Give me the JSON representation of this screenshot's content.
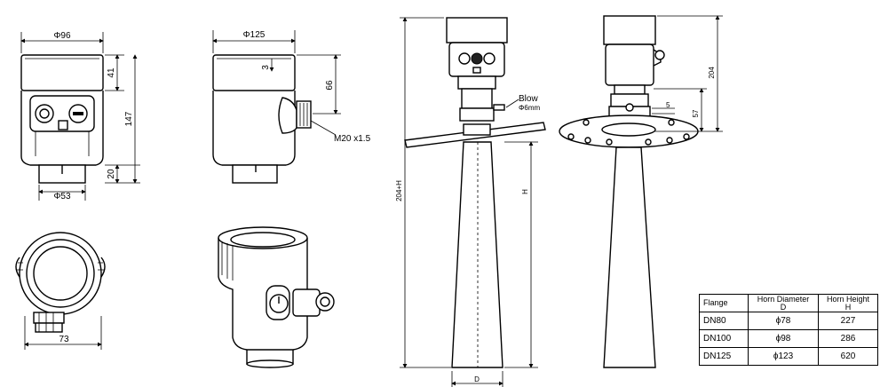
{
  "dimensions": {
    "top_phi96": "Φ96",
    "top_41": "41",
    "top_147": "147",
    "top_20": "20",
    "top_phi53": "Φ53",
    "side_phi125": "Φ125",
    "side_3": "3",
    "side_66": "66",
    "side_m20": "M20 x1.5",
    "bottom_73": "73",
    "horn_blow": "Blow",
    "horn_phi6": "Φ6mm",
    "horn_total": "204+H",
    "horn_h": "H",
    "horn_d": "D",
    "flange_204": "204",
    "flange_57": "57",
    "flange_5": "5"
  },
  "table": {
    "headers": {
      "flange": "Flange",
      "horn_diameter": "Horn Diameter",
      "horn_diameter_unit": "D",
      "horn_height": "Horn Height",
      "horn_height_unit": "H"
    },
    "rows": [
      {
        "flange": "DN80",
        "diameter": "ϕ78",
        "height": "227"
      },
      {
        "flange": "DN100",
        "diameter": "ϕ98",
        "height": "286"
      },
      {
        "flange": "DN125",
        "diameter": "ϕ123",
        "height": "620"
      }
    ]
  }
}
